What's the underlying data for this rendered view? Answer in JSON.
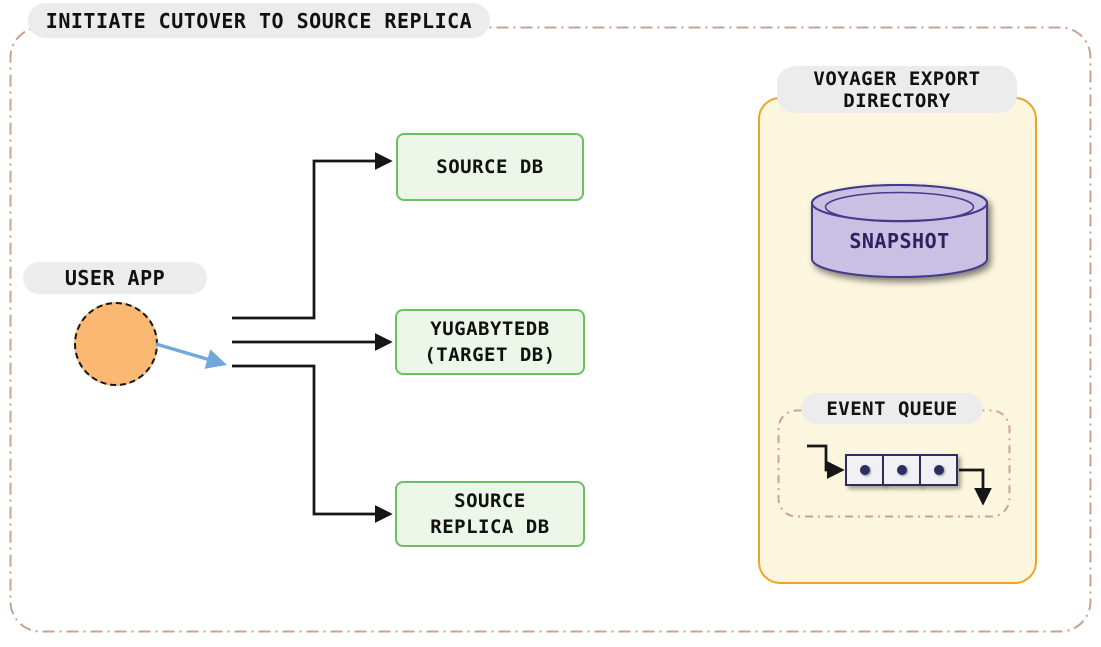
{
  "diagram": {
    "title": "INITIATE CUTOVER TO SOURCE REPLICA"
  },
  "user_app": {
    "label": "USER APP"
  },
  "targets": [
    {
      "label": "SOURCE DB"
    },
    {
      "label": "YUGABYTEDB\n(TARGET DB)"
    },
    {
      "label": "SOURCE\nREPLICA DB"
    }
  ],
  "export_directory": {
    "label": "VOYAGER EXPORT\nDIRECTORY",
    "snapshot": {
      "label": "SNAPSHOT"
    },
    "event_queue": {
      "label": "EVENT QUEUE",
      "cell_count": 3
    }
  },
  "colors": {
    "text": "#111111",
    "line-color": "#161616",
    "outer-border": "#c8a18f",
    "pill-bg": "#ececec",
    "green-box-bg": "#ecf7e9",
    "green-box-border": "#6cbf63",
    "circle-fill": "#fab873",
    "blue-arrow": "#6fa8dc",
    "container-bg": "#fdf6df",
    "container-border": "#eca427",
    "cylinder-fill": "#c9c0e4",
    "cylinder-border": "#453a8a",
    "cylinder-text": "#2c2260",
    "queue-border": "#cfa096",
    "cell-bg": "#f1f0f4",
    "cell-border": "#2e2e5e"
  }
}
